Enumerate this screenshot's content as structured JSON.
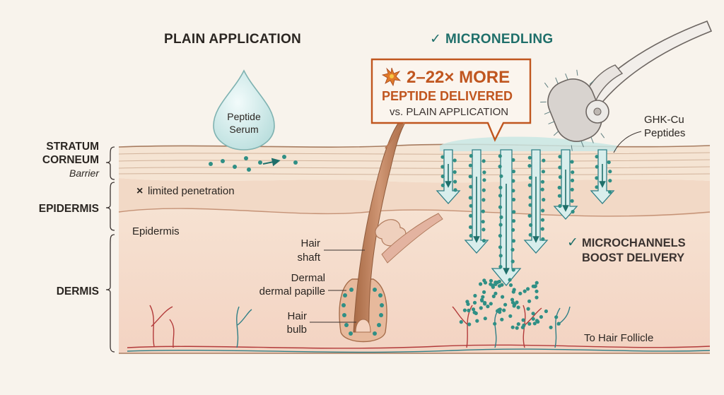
{
  "headings": {
    "plain": "PLAIN APPLICATION",
    "micro_check": "✓",
    "micro": "MICRONEDLING"
  },
  "callout": {
    "burst_icon": "burst-icon",
    "line1": "2–22× MORE",
    "line2": "PEPTIDE DELIVERED",
    "line3": "vs. PLAIN APPLICATION"
  },
  "droplet": {
    "line1": "Peptide",
    "line2": "Serum"
  },
  "layers": {
    "stratum_1": "STRATUM",
    "stratum_2": "CORNEUM",
    "stratum_sub": "Barrier",
    "epidermis": "EPIDERMIS",
    "dermis": "DERMIS"
  },
  "labels": {
    "limited_icon": "×",
    "limited": "limited penetration",
    "epidermis_inner": "Epidermis",
    "hair_shaft_1": "Hair",
    "hair_shaft_2": "shaft",
    "dermal_1": "Dermal",
    "dermal_2": "dermal papille",
    "hair_bulb_1": "Hair",
    "hair_bulb_2": "bulb",
    "ghk_1": "GHK-Cu",
    "ghk_2": "Peptides",
    "boost_check": "✓",
    "boost_1": "MICROCHANNELS",
    "boost_2": "BOOST DELIVERY",
    "to_follicle": "To Hair Follicle"
  },
  "colors": {
    "teal": "#1f6f6a",
    "dot": "#2f8f85",
    "orange": "#c0561f",
    "hair": "#b97a55",
    "skin_top": "#f3e0cd",
    "skin_dermis": "#f6dccb",
    "vessel_red": "#b23a3a",
    "vessel_teal": "#2f7f86"
  }
}
